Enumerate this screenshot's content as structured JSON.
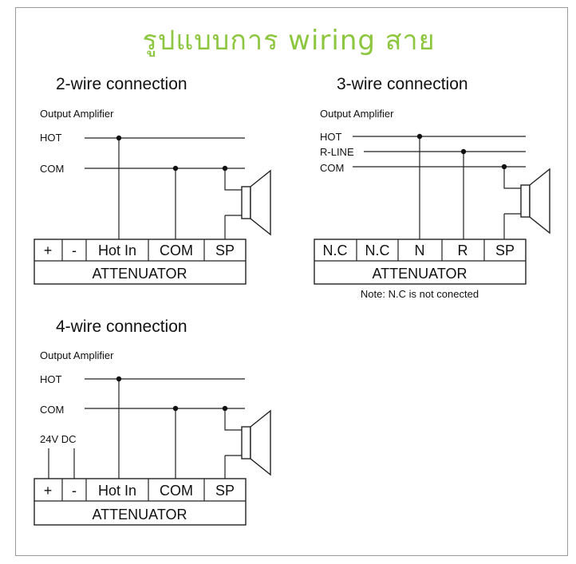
{
  "title": "รูปแบบการ wiring สาย",
  "panels": {
    "two_wire": {
      "heading": "2-wire connection",
      "source": "Output Amplifier",
      "lines": [
        "HOT",
        "COM"
      ],
      "cells": [
        "+",
        "-",
        "Hot In",
        "COM",
        "SP"
      ],
      "device": "ATTENUATOR"
    },
    "three_wire": {
      "heading": "3-wire connection",
      "source": "Output Amplifier",
      "lines": [
        "HOT",
        "R-LINE",
        "COM"
      ],
      "cells": [
        "N.C",
        "N.C",
        "N",
        "R",
        "SP"
      ],
      "device": "ATTENUATOR",
      "note": "Note: N.C is not conected"
    },
    "four_wire": {
      "heading": "4-wire connection",
      "source": "Output Amplifier",
      "lines": [
        "HOT",
        "COM"
      ],
      "dc_label": "24V DC",
      "cells": [
        "+",
        "-",
        "Hot In",
        "COM",
        "SP"
      ],
      "device": "ATTENUATOR"
    }
  },
  "colors": {
    "title": "#8dc63f",
    "line": "#222222",
    "frame": "#9a9a9a"
  }
}
